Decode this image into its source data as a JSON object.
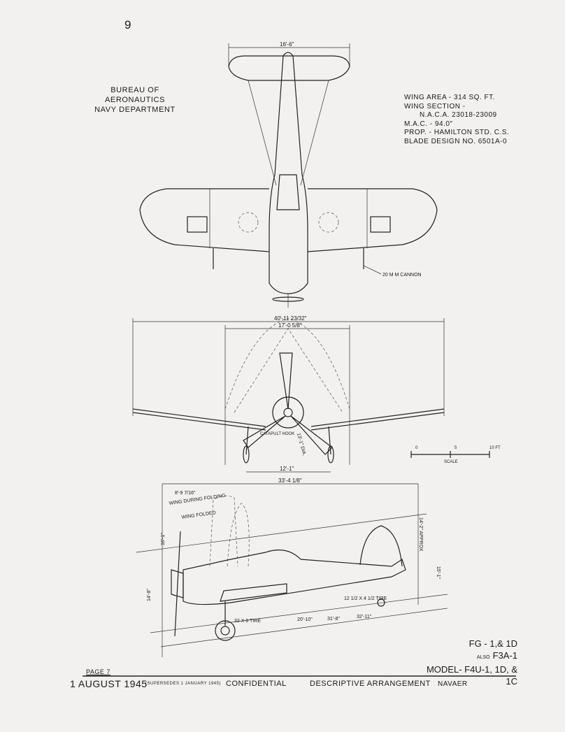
{
  "page_number": "9",
  "header_left": [
    "Bureau of Aeronautics",
    "Navy Department"
  ],
  "specs": [
    "Wing Area - 314 Sq. Ft.",
    "Wing Section -",
    "N.A.C.A. 23018-23009",
    "M.A.C. - 94.0\"",
    "Prop. - Hamilton Std. C.S.",
    "Blade Design No. 6501A-0"
  ],
  "dimensions": {
    "tail_span": "16'-6\"",
    "wing_span": "40'-11 23/32\"",
    "folded_span": "17'-0 5/8\"",
    "tread": "12'-1\"",
    "prop_dia": "13'-1\" DIA.",
    "length": "33'-4 1/8\"",
    "fold_offset": "8'-9 7/16\"",
    "wing_during_folding": "Wing During Folding",
    "wing_folded": "Wing Folded",
    "height_folded": "16'-1\"",
    "height_prop": "14'-8\"",
    "height_fus": "15'-1\"",
    "tail_height": "14'-2\" Approx",
    "len_a": "20'-10\"",
    "len_b": "31'-8\"",
    "len_c": "32'-11\""
  },
  "callouts": {
    "cannon": "20 M M Cannon",
    "catapult": "Catapult Hook",
    "main_tire": "32 X 8 Tire",
    "tail_tire": "12 1/2 X 4 1/2 Tire"
  },
  "scale": {
    "ticks": [
      "0",
      "5",
      "10 FT"
    ],
    "label": "Scale"
  },
  "models": {
    "line1": "FG - 1,& 1D",
    "also": "Also",
    "line2": "F3A-1",
    "line3": "Model- F4U-1, 1D, & 1C"
  },
  "footer": {
    "page": "Page 7",
    "date": "1 August 1945",
    "supersedes": "(Supersedes 1 January 1945)",
    "classification": "Confidential",
    "title": "Descriptive Arrangement",
    "agency": "NAVAER"
  }
}
